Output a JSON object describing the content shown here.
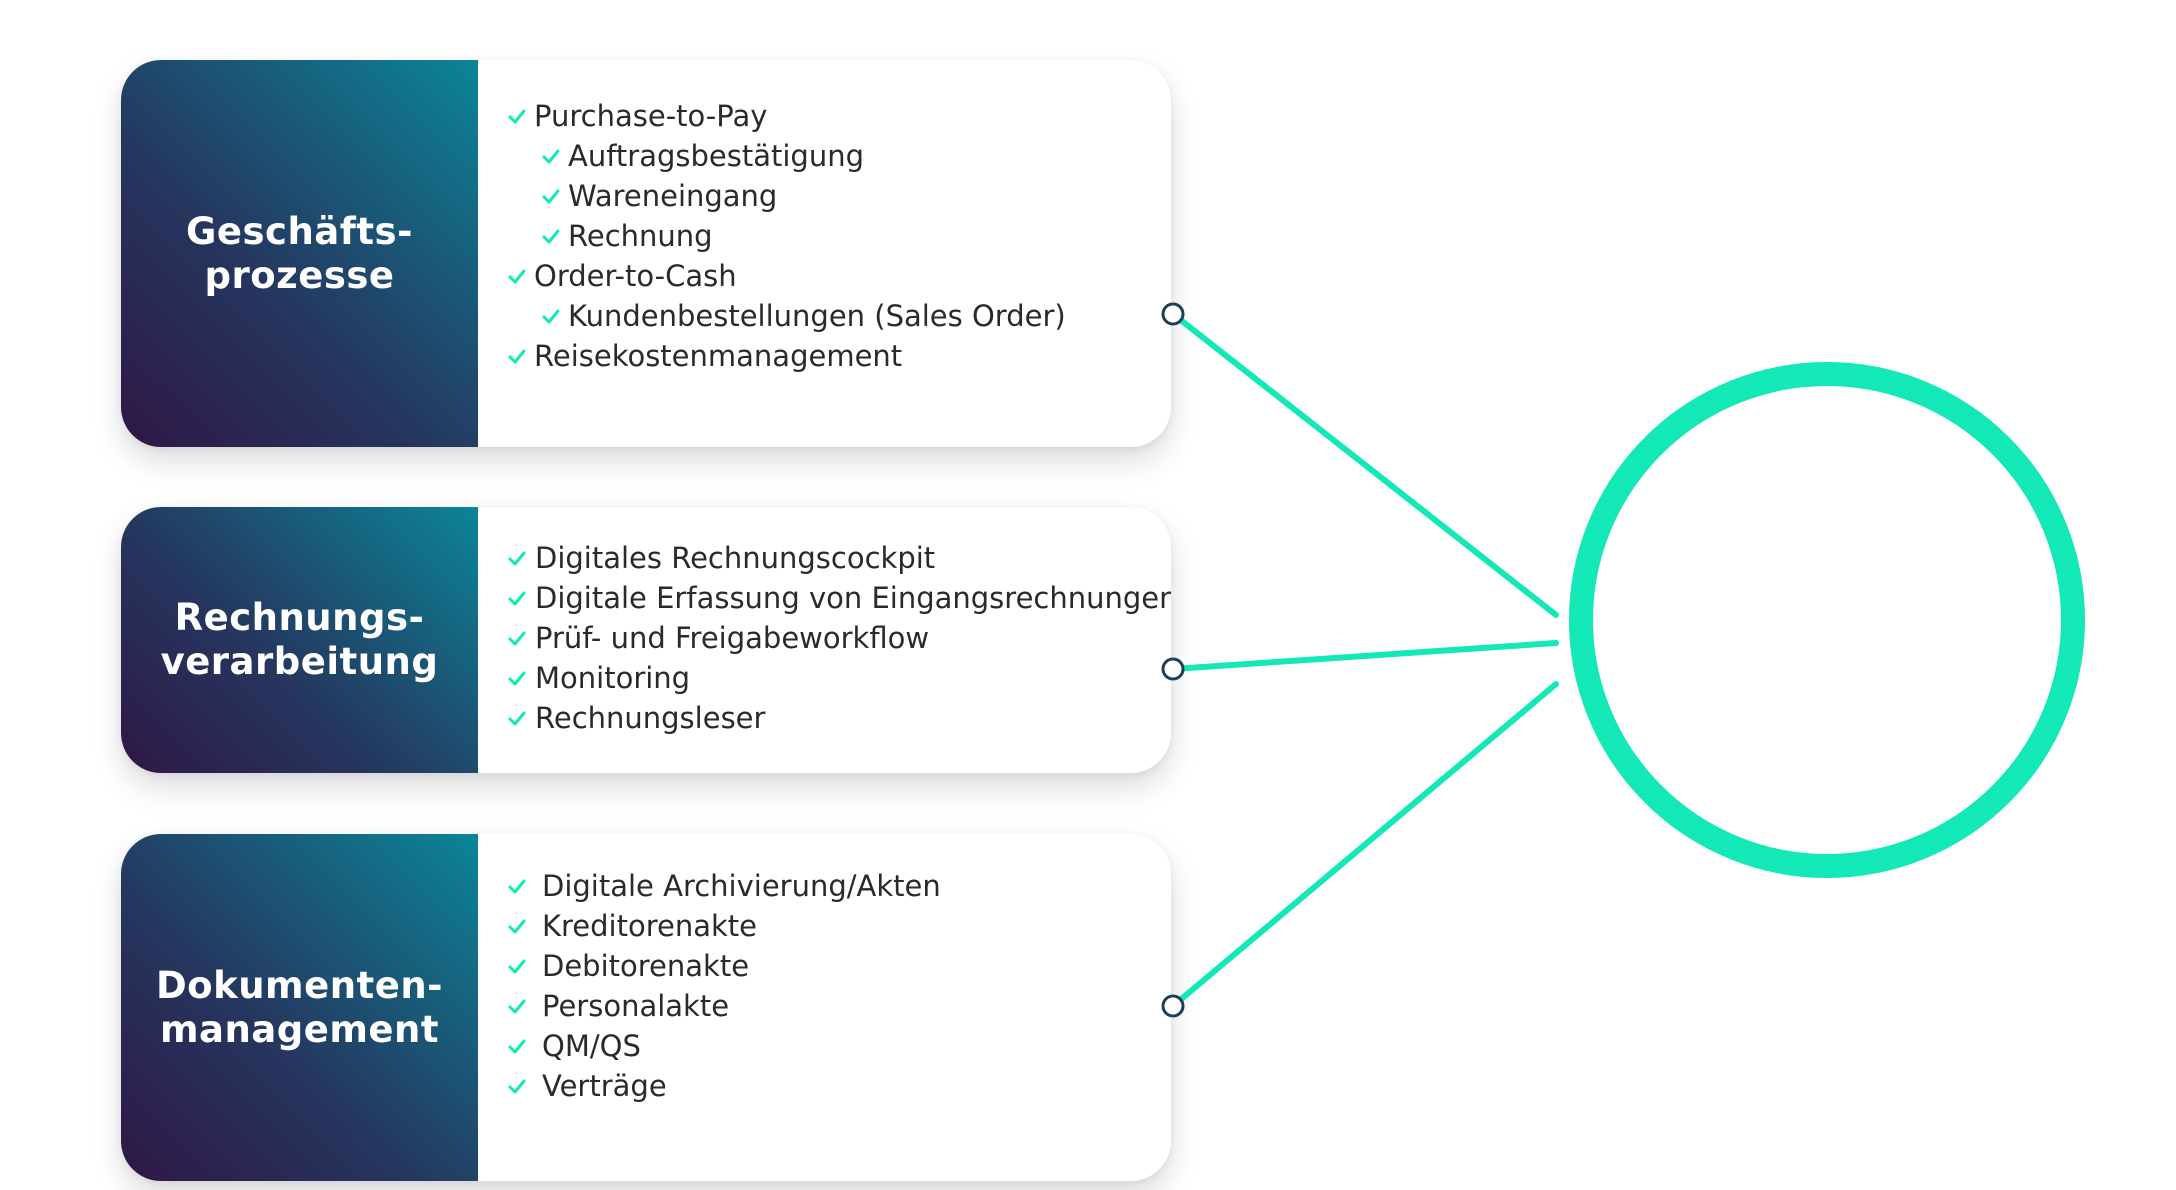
{
  "cards": [
    {
      "title_lines": [
        "Geschäfts-",
        "prozesse"
      ],
      "items": [
        {
          "label": "Purchase-to-Pay",
          "level": 0
        },
        {
          "label": "Auftragsbestätigung",
          "level": 1
        },
        {
          "label": "Wareneingang",
          "level": 1
        },
        {
          "label": "Rechnung",
          "level": 1
        },
        {
          "label": "Order-to-Cash",
          "level": 0
        },
        {
          "label": "Kundenbestellungen (Sales Order)",
          "level": 1
        },
        {
          "label": "Reisekostenmanagement",
          "level": 0
        }
      ]
    },
    {
      "title_lines": [
        "Rechnungs-",
        "verarbeitung"
      ],
      "items": [
        {
          "label": "Digitales Rechnungscockpit",
          "level": 0
        },
        {
          "label": "Digitale Erfassung von Eingangsrechnungen",
          "level": 0
        },
        {
          "label": "Prüf- und Freigabeworkflow",
          "level": 0
        },
        {
          "label": "Monitoring",
          "level": 0
        },
        {
          "label": "Rechnungsleser",
          "level": 0
        }
      ]
    },
    {
      "title_lines": [
        "Dokumenten-",
        "management"
      ],
      "items": [
        {
          "label": "Digitale Archivierung/Akten",
          "level": 0
        },
        {
          "label": "Kreditorenakte",
          "level": 0
        },
        {
          "label": "Debitorenakte",
          "level": 0
        },
        {
          "label": "Personalakte",
          "level": 0
        },
        {
          "label": "QM/QS",
          "level": 0
        },
        {
          "label": "Verträge",
          "level": 0
        }
      ]
    }
  ],
  "colors": {
    "accent": "#13e8b7",
    "gradient_start": "#2f1746",
    "gradient_mid": "#25375f",
    "gradient_end": "#0b8598",
    "text": "#2a2a2a",
    "connector_node_stroke": "#1f3f58"
  },
  "icons": {
    "check": "check-icon",
    "hub": "ring-hub"
  }
}
